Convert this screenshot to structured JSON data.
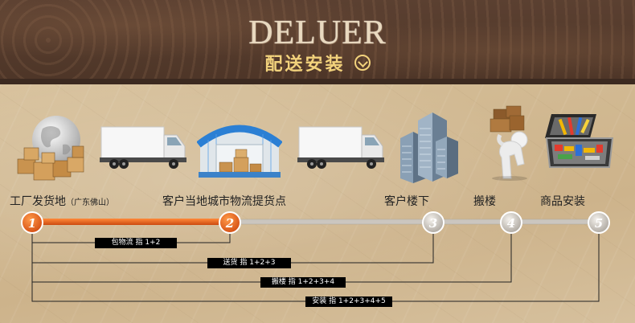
{
  "header": {
    "brand": "DELUER",
    "subtitle": "配送安装",
    "toggle_icon": "chevron-down-circle-icon"
  },
  "steps": [
    {
      "id": 1,
      "label": "工厂发货地",
      "note": "（广东佛山）",
      "icon": "globe-boxes-icon"
    },
    {
      "id": 2,
      "label": "客户当地城市物流提货点",
      "note": "",
      "icon": "warehouse-icon"
    },
    {
      "id": 3,
      "label": "客户楼下",
      "note": "",
      "icon": "buildings-icon"
    },
    {
      "id": 4,
      "label": "搬楼",
      "note": "",
      "icon": "person-carrying-boxes-icon"
    },
    {
      "id": 5,
      "label": "商品安装",
      "note": "",
      "icon": "toolbox-icon"
    }
  ],
  "transport_icons": [
    "truck-icon",
    "truck-icon"
  ],
  "ranges": [
    {
      "label": "包物流 指 1+2",
      "to_step": 2
    },
    {
      "label": "送货 指 1+2+3",
      "to_step": 3
    },
    {
      "label": "搬楼 指 1+2+3+4",
      "to_step": 4
    },
    {
      "label": "安装 指 1+2+3+4+5",
      "to_step": 5
    }
  ],
  "colors": {
    "active": "#e8601c",
    "inactive": "#b9b4ad",
    "header_bg": "#553b2c",
    "subtitle": "#f2d27c"
  }
}
